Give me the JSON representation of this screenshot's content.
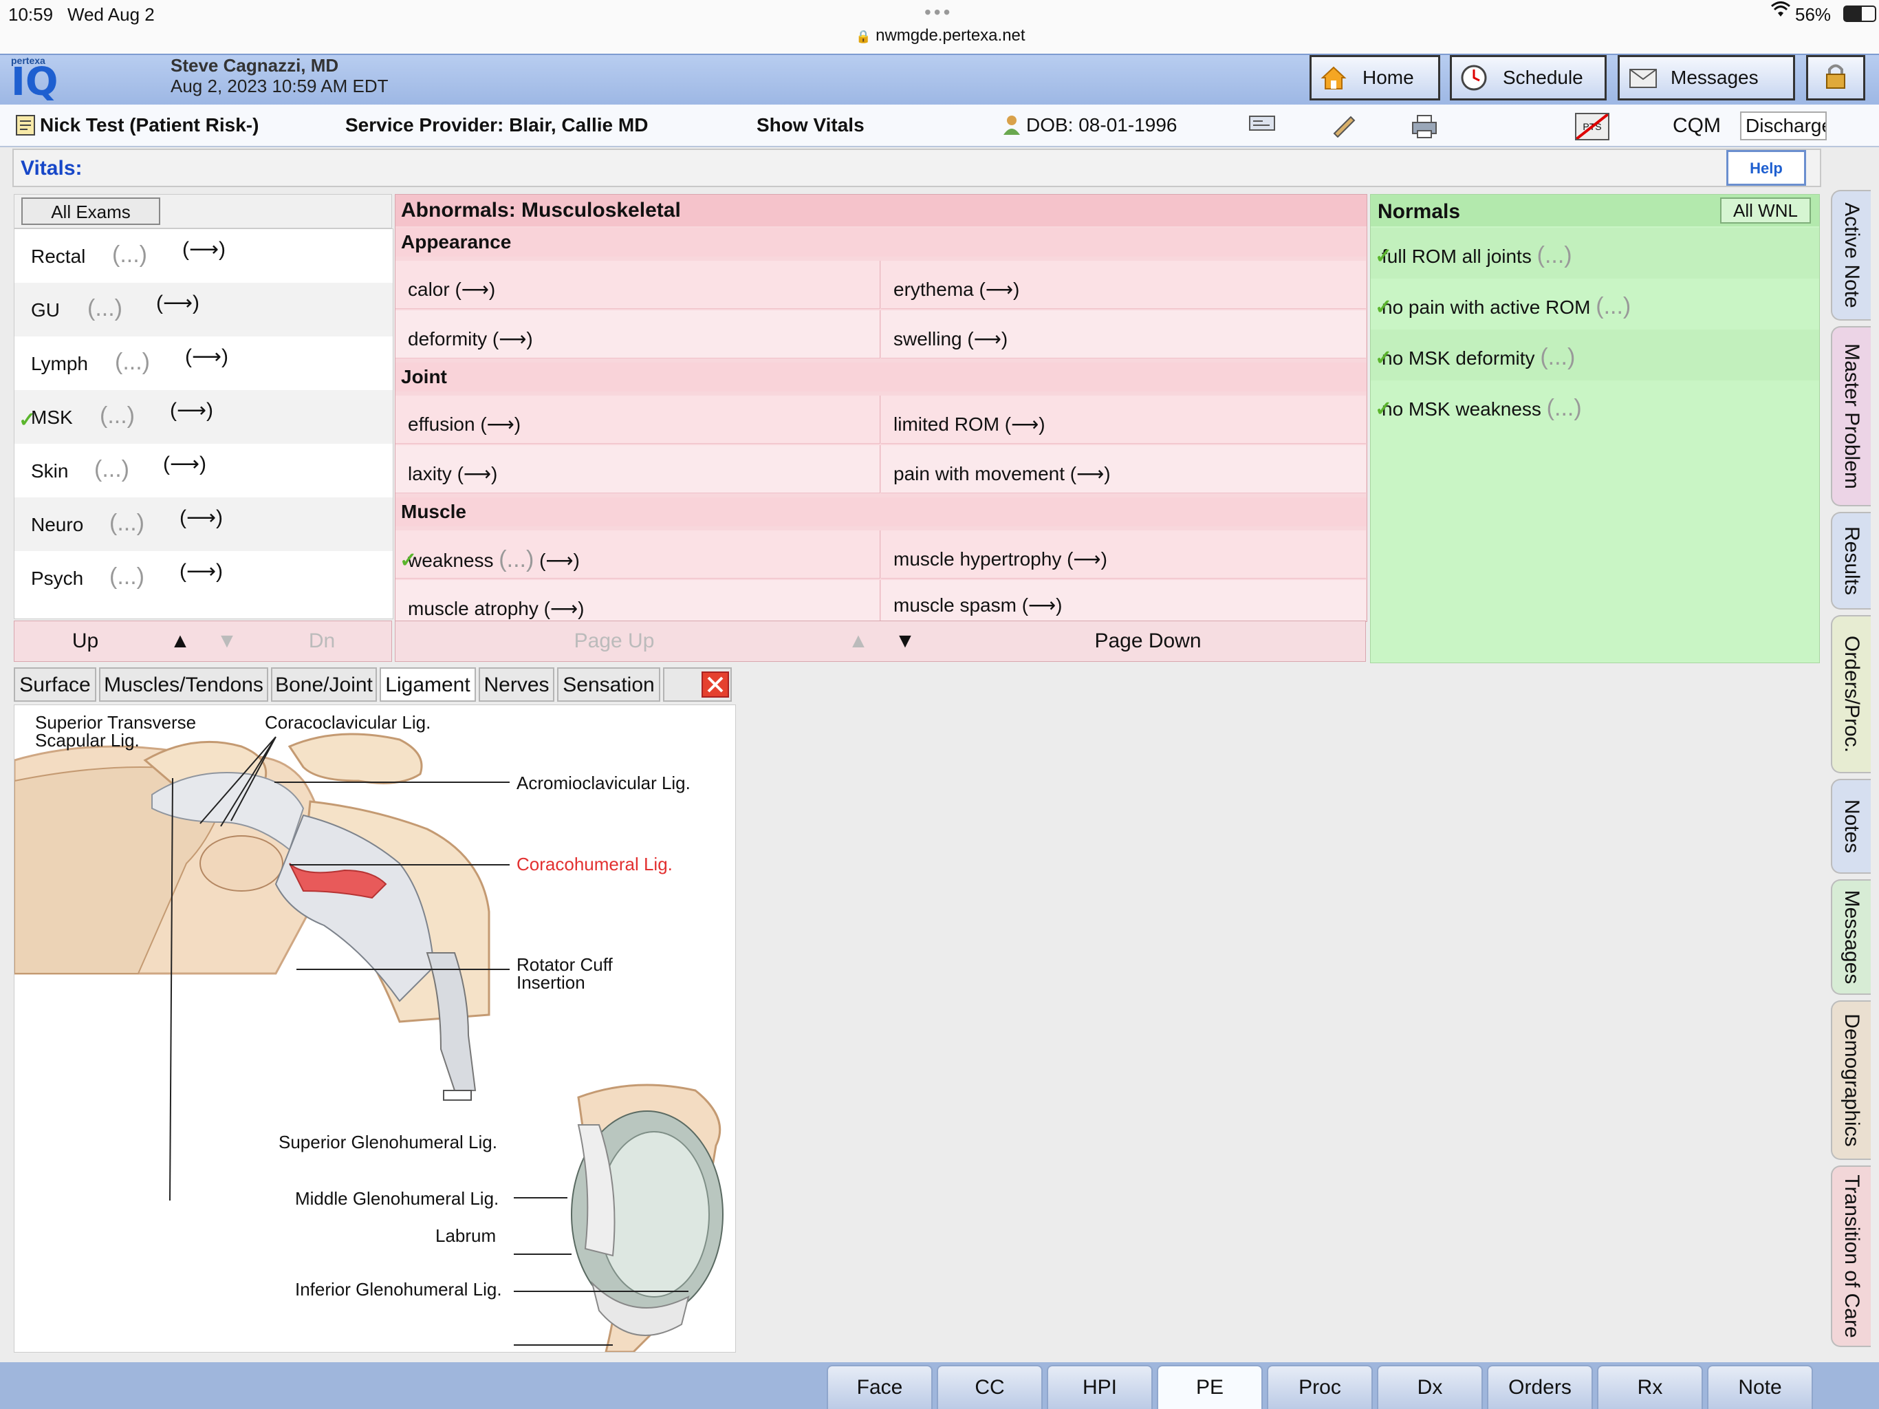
{
  "status_bar": {
    "time": "10:59",
    "date": "Wed Aug 2",
    "url": "nwmgde.pertexa.net",
    "battery": "56%"
  },
  "app": {
    "logo_top": "pertexa",
    "logo_main": "IQ",
    "user_name": "Steve Cagnazzi, MD",
    "datetime": "Aug 2, 2023 10:59 AM EDT"
  },
  "header_buttons": {
    "home": "Home",
    "schedule": "Schedule",
    "messages": "Messages"
  },
  "patient": {
    "name": "Nick Test (Patient Risk-)",
    "provider": "Service Provider: Blair, Callie MD",
    "show_vitals": "Show Vitals",
    "dob": "DOB: 08-01-1996",
    "cqm": "CQM",
    "discharge": "Discharge",
    "pts": "PTS"
  },
  "vitals": {
    "label": "Vitals:",
    "help": "Help"
  },
  "exam_list": {
    "all_exams": "All Exams",
    "items": [
      {
        "label": "Rectal",
        "checked": false
      },
      {
        "label": "GU",
        "checked": false
      },
      {
        "label": "Lymph",
        "checked": false
      },
      {
        "label": "MSK",
        "checked": true
      },
      {
        "label": "Skin",
        "checked": false
      },
      {
        "label": "Neuro",
        "checked": false
      },
      {
        "label": "Psych",
        "checked": false
      }
    ],
    "ellipsis": "(...)",
    "arrow": "(⟶)",
    "up": "Up",
    "dn": "Dn",
    "up_arrow": "▲",
    "down_arrow": "▼"
  },
  "abnormals": {
    "title": "Abnormals: Musculoskeletal",
    "sections": [
      {
        "name": "Appearance",
        "items": [
          "calor (⟶)",
          "erythema (⟶)",
          "deformity (⟶)",
          "swelling (⟶)"
        ]
      },
      {
        "name": "Joint",
        "items": [
          "effusion (⟶)",
          "limited ROM (⟶)",
          "laxity (⟶)",
          "pain with movement (⟶)"
        ]
      },
      {
        "name": "Muscle",
        "items": [
          "weakness",
          "muscle hypertrophy (⟶)",
          "muscle atrophy (⟶)",
          "muscle spasm (⟶)"
        ]
      }
    ],
    "weakness_suffix": "(...)",
    "weakness_arrow": "(⟶)",
    "page_up": "Page Up",
    "page_down": "Page Down",
    "up_arrow": "▲",
    "down_arrow": "▼"
  },
  "normals": {
    "title": "Normals",
    "all_wnl": "All WNL",
    "items": [
      "full ROM all joints",
      "no pain with active ROM",
      "no MSK deformity",
      "no MSK weakness"
    ],
    "ellipsis": "(...)"
  },
  "diagram_tabs": [
    "Surface",
    "Muscles/Tendons",
    "Bone/Joint",
    "Ligament",
    "Nerves",
    "Sensation"
  ],
  "diagram_labels": {
    "superior_transverse": "Superior Transverse",
    "scapular_lig": "Scapular Lig.",
    "coracoclavicular": "Coracoclavicular Lig.",
    "acromioclavicular": "Acromioclavicular Lig.",
    "coracohumeral": "Coracohumeral Lig.",
    "rotator_cuff": "Rotator Cuff",
    "insertion": "Insertion",
    "superior_gleno": "Superior Glenohumeral Lig.",
    "middle_gleno": "Middle Glenohumeral Lig.",
    "labrum": "Labrum",
    "inferior_gleno": "Inferior Glenohumeral Lig."
  },
  "side_tabs": [
    "Active Note",
    "Master Problem",
    "Results",
    "Orders/Proc.",
    "Notes",
    "Messages",
    "Demographics",
    "Transition of Care"
  ],
  "bottom_tabs": [
    "Face",
    "CC",
    "HPI",
    "PE",
    "Proc",
    "Dx",
    "Orders",
    "Rx",
    "Note"
  ],
  "active_bottom_tab": "PE",
  "colors": {
    "highlight_red": "#e23030",
    "check_green": "#5bb52d",
    "normals_bg": "#c9f5c5",
    "abnormals_bg": "#f8d7dc"
  }
}
